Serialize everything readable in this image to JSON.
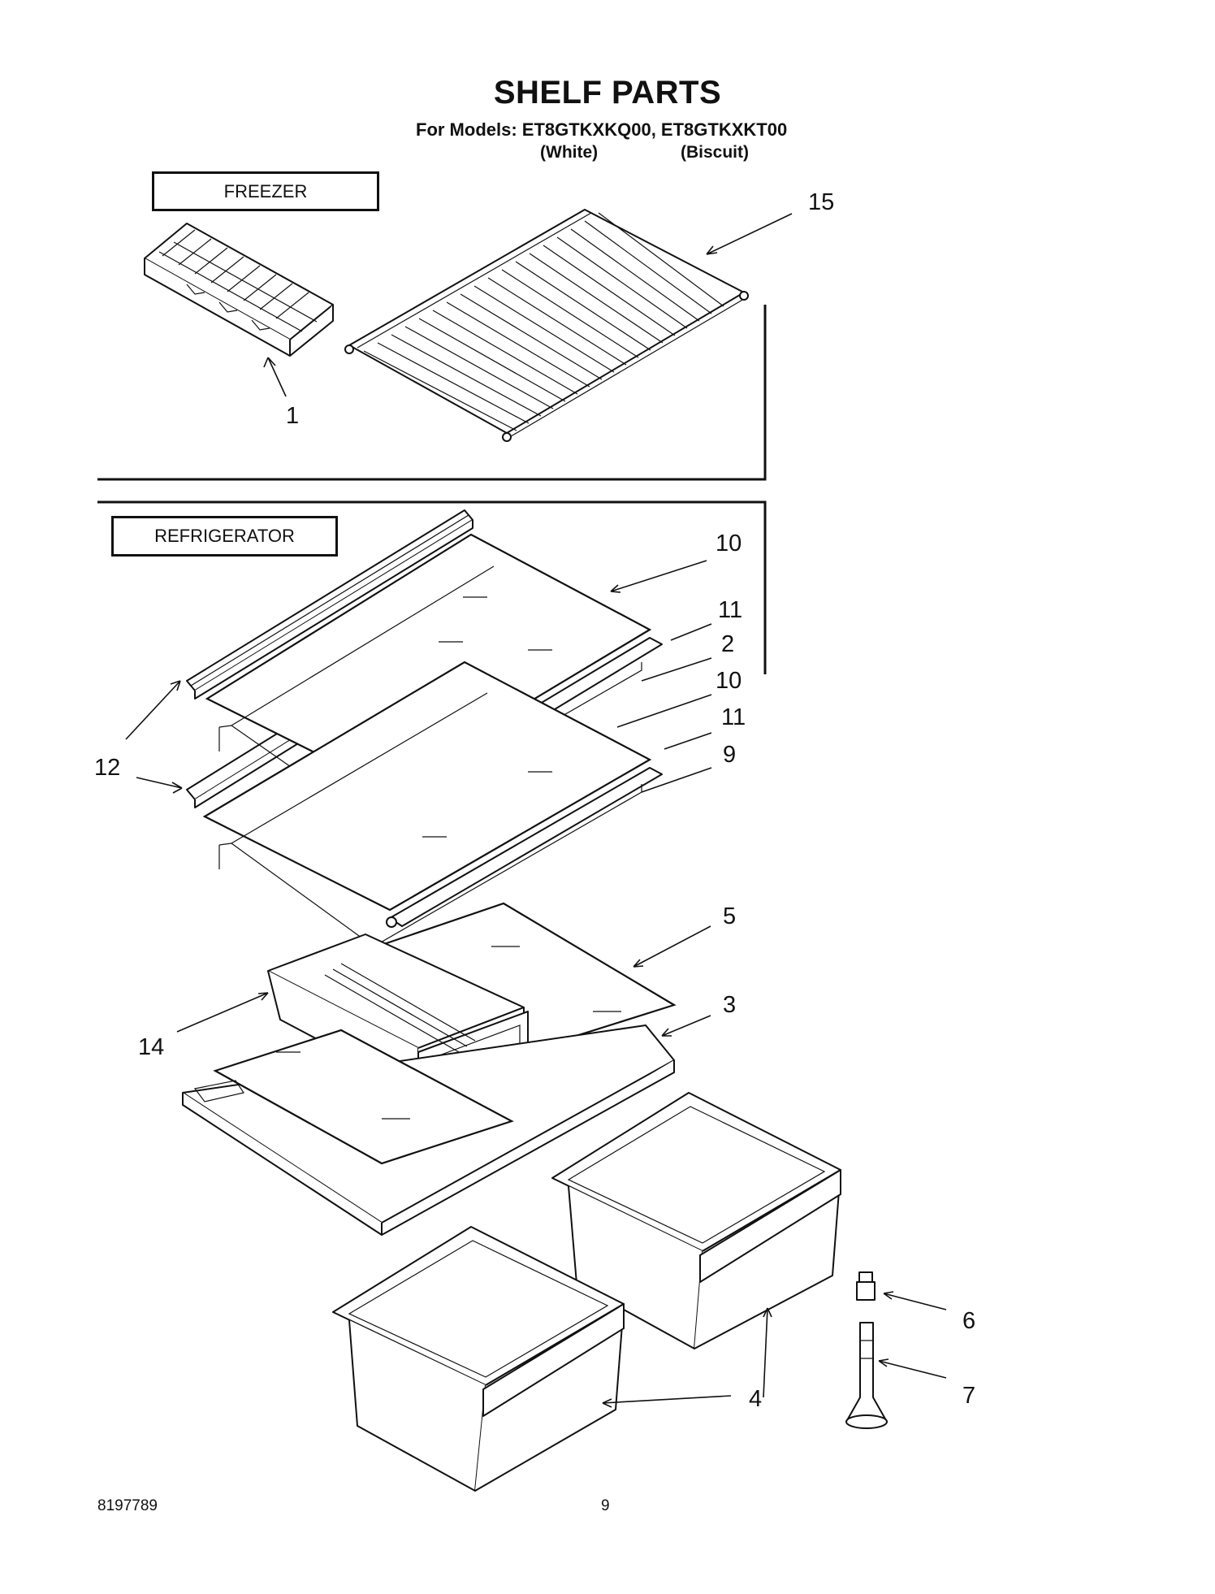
{
  "header": {
    "title": "SHELF PARTS",
    "models_line": "For Models: ET8GTKXKQ00, ET8GTKXKT00",
    "model_color_1": "(White)",
    "model_color_2": "(Biscuit)"
  },
  "sections": {
    "freezer_label": "FREEZER",
    "refrigerator_label": "REFRIGERATOR"
  },
  "callouts": [
    "1",
    "15",
    "10",
    "11",
    "2",
    "10",
    "11",
    "9",
    "12",
    "5",
    "3",
    "14",
    "6",
    "7",
    "4"
  ],
  "footer": {
    "doc_number": "8197789",
    "page_number": "9"
  }
}
